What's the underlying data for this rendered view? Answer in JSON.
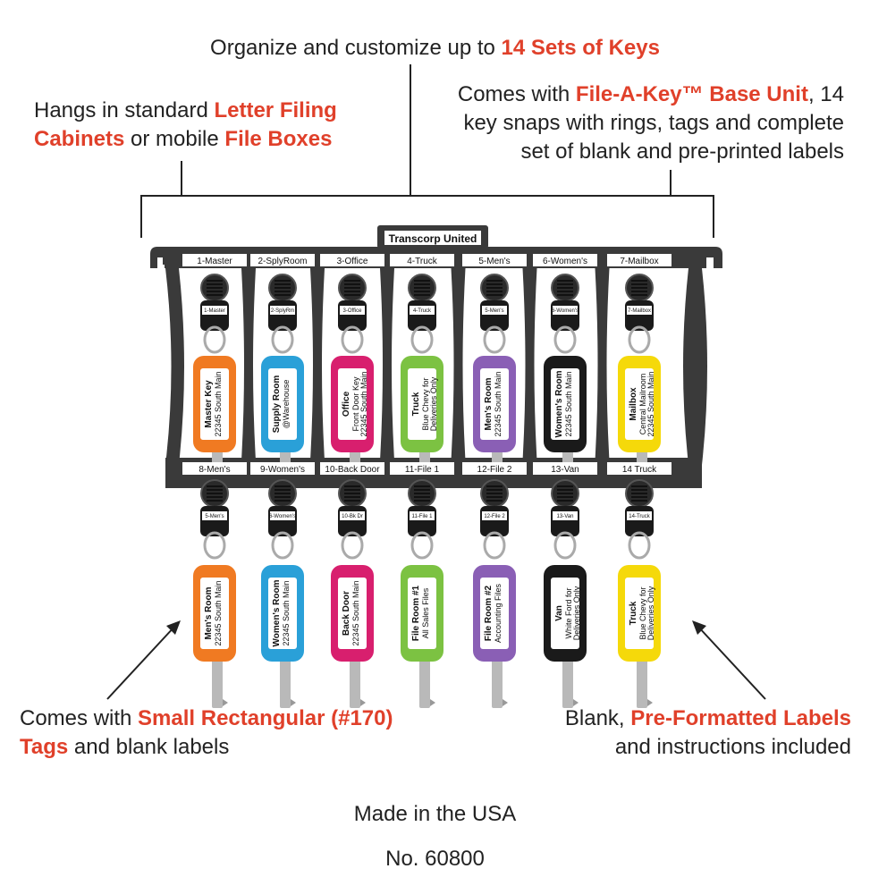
{
  "top_caption": {
    "pre": "Organize and customize up to ",
    "highlight": "14 Sets of Keys"
  },
  "left_caption": {
    "pre": "Hangs in standard ",
    "hl1": "Letter Filing",
    "hl1b": "Cabinets",
    "mid": " or mobile ",
    "hl2": "File Boxes"
  },
  "right_caption": {
    "pre": "Comes with ",
    "hl": "File-A-Key™ Base Unit",
    "post1": ", 14",
    "line2": "key snaps with rings, tags and complete",
    "line3": "set of blank and pre-printed labels"
  },
  "bottom_left_caption": {
    "pre": "Comes with ",
    "hl1": "Small Rectangular (#170)",
    "hl2": "Tags",
    "post": " and blank labels"
  },
  "bottom_right_caption": {
    "pre": "Blank, ",
    "hl": "Pre-Formatted Labels",
    "line2": "and instructions included"
  },
  "made_in": "Made in the USA",
  "model_no": "No. 60800",
  "rack_title": "Transcorp United",
  "colors": {
    "accent": "#e0402a",
    "rack": "#3a3a3a",
    "orange": "#f07a22",
    "blue": "#2aa0d8",
    "magenta": "#d81f6e",
    "green": "#7cc242",
    "purple": "#8a5fb5",
    "black": "#1a1a1a",
    "yellow": "#f5d90a"
  },
  "top_row": [
    {
      "slot": "1-Master",
      "mini": "1-Master",
      "title": "Master Key",
      "sub": "22345 South Main",
      "color": "orange"
    },
    {
      "slot": "2-SplyRoom",
      "mini": "2-SplyRm",
      "title": "Supply Room",
      "sub": "@Warehouse",
      "color": "blue"
    },
    {
      "slot": "3-Office",
      "mini": "3-Office",
      "title": "Office",
      "sub": "Front Door Key",
      "sub2": "22345 South Main",
      "color": "magenta"
    },
    {
      "slot": "4-Truck",
      "mini": "4-Truck",
      "title": "Truck",
      "sub": "Blue Chevy for",
      "sub2": "Deliveries Only",
      "color": "green"
    },
    {
      "slot": "5-Men's",
      "mini": "5-Men's",
      "title": "Men's Room",
      "sub": "22345 South Main",
      "color": "purple"
    },
    {
      "slot": "6-Women's",
      "mini": "6-Women's",
      "title": "Women's Room",
      "sub": "22345 South Main",
      "color": "black"
    },
    {
      "slot": "7-Mailbox",
      "mini": "7-Mailbox",
      "title": "Mailbox",
      "sub": "Central Mailroom",
      "sub2": "22345 South Main",
      "color": "yellow"
    }
  ],
  "bottom_row": [
    {
      "slot": "8-Men's",
      "mini": "5-Men's",
      "title": "Men's Room",
      "sub": "22345 South Main",
      "color": "orange"
    },
    {
      "slot": "9-Women's",
      "mini": "6-Women's",
      "title": "Women's Room",
      "sub": "22345 South Main",
      "color": "blue"
    },
    {
      "slot": "10-Back Door",
      "mini": "10-Bk Dr",
      "title": "Back Door",
      "sub": "22345 South Main",
      "color": "magenta"
    },
    {
      "slot": "11-File 1",
      "mini": "11-File 1",
      "title": "File Room #1",
      "sub": "All Sales Files",
      "color": "green"
    },
    {
      "slot": "12-File 2",
      "mini": "12-File 2",
      "title": "File Room #2",
      "sub": "Accounting Files",
      "color": "purple"
    },
    {
      "slot": "13-Van",
      "mini": "13-Van",
      "title": "Van",
      "sub": "White Ford for",
      "sub2": "Deliveries Only",
      "color": "black"
    },
    {
      "slot": "14 Truck",
      "mini": "14-Truck",
      "title": "Truck",
      "sub": "Blue Chevy for",
      "sub2": "Deliveries Only",
      "color": "yellow"
    }
  ]
}
